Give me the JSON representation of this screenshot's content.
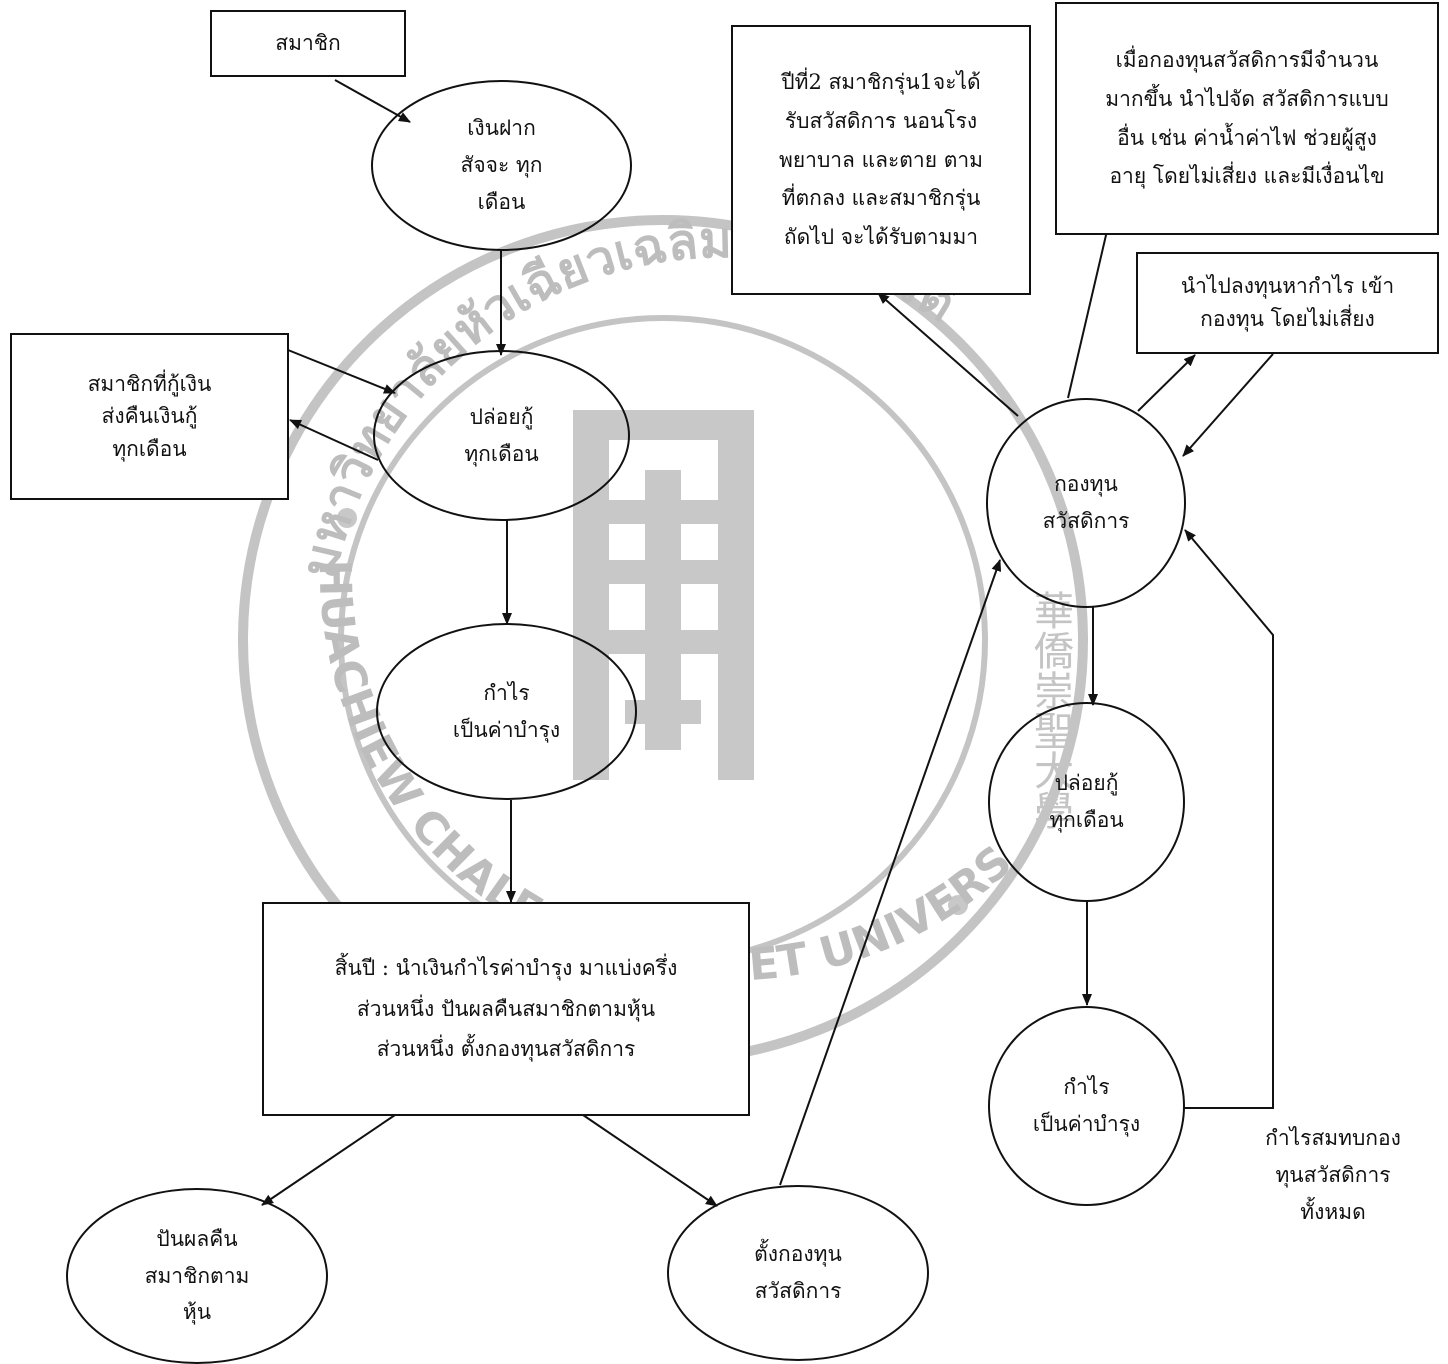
{
  "nodes": {
    "member_box": "สมาชิก",
    "deposit_oval": "เงินฝาก\nสัจจะ ทุก\nเดือน",
    "loan_member_box": "สมาชิกที่กู้เงิน\nส่งคืนเงินกู้\nทุกเดือน",
    "loan_oval": "ปล่อยกู้\nทุกเดือน",
    "profit_oval": "กำไร\nเป็นค่าบำรุง",
    "year_end_box": "สิ้นปี : นำเงินกำไรค่าบำรุง มาแบ่งครึ่ง\nส่วนหนึ่ง ปันผลคืนสมาชิกตามหุ้น\nส่วนหนึ่ง ตั้งกองทุนสวัสดิการ",
    "dividend_oval": "ปันผลคืน\nสมาชิกตาม\nหุ้น",
    "setup_fund_oval": "ตั้งกองทุน\nสวัสดิการ",
    "year2_box": "ปีที่2 สมาชิกรุ่น1จะได้\nรับสวัสดิการ นอนโรง\nพยาบาล และตาย ตาม\nที่ตกลง และสมาชิกรุ่น\nถัดไป จะได้รับตามมา",
    "more_welfare_box": "เมื่อกองทุนสวัสดิการมีจำนวน\nมากขึ้น นำไปจัด สวัสดิการแบบ\nอื่น เช่น ค่าน้ำค่าไฟ ช่วยผู้สูง\nอายุ โดยไม่เสี่ยง และมีเงื่อนไข",
    "invest_box": "นำไปลงทุนหากำไร เข้า\nกองทุน โดยไม่เสี่ยง",
    "welfare_fund_circle": "กองทุน\nสวัสดิการ",
    "fund_loan_circle": "ปล่อยกู้\nทุกเดือน",
    "fund_profit_circle": "กำไร\nเป็นค่าบำรุง",
    "all_profit_label": "กำไรสมทบกอง\nทุนสวัสดิการ\nทั้งหมด"
  },
  "watermark": {
    "arc_text_top": "มหาวิทยาลัยหัวเฉียวเฉลิมพระเกียรติ",
    "arc_text_bottom": "HUACHIEW CHALERMPRAKIET UNIVERSITY",
    "side_text": "華僑崇聖大學",
    "color": "#b0b0b0"
  },
  "colors": {
    "stroke": "#111111",
    "background": "#ffffff"
  }
}
